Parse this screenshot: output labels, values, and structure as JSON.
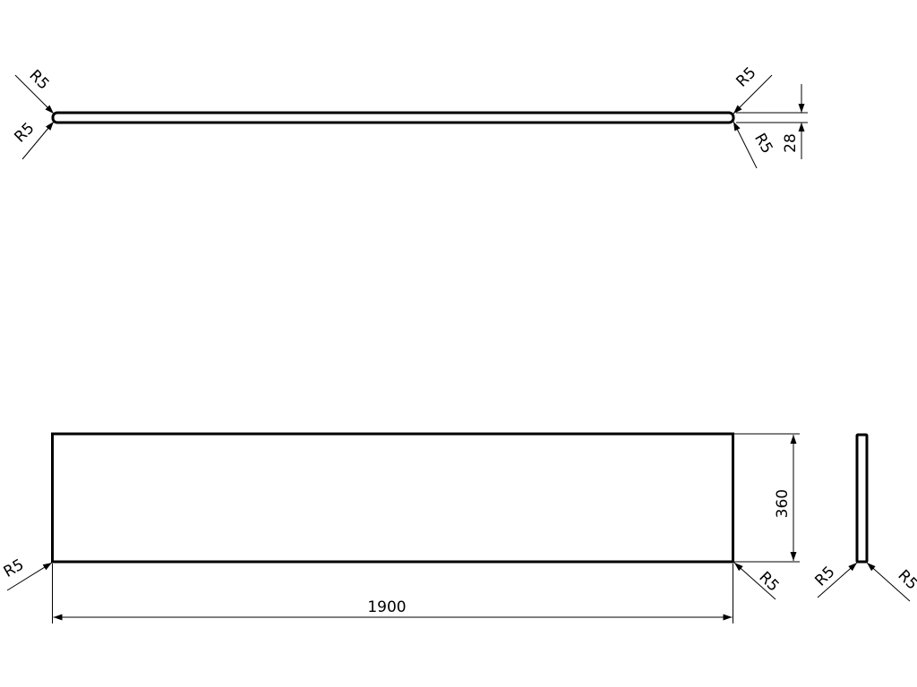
{
  "drawing": {
    "dimensions": {
      "length": "1900",
      "height": "360",
      "thickness": "28"
    },
    "radius_label": "R5"
  }
}
